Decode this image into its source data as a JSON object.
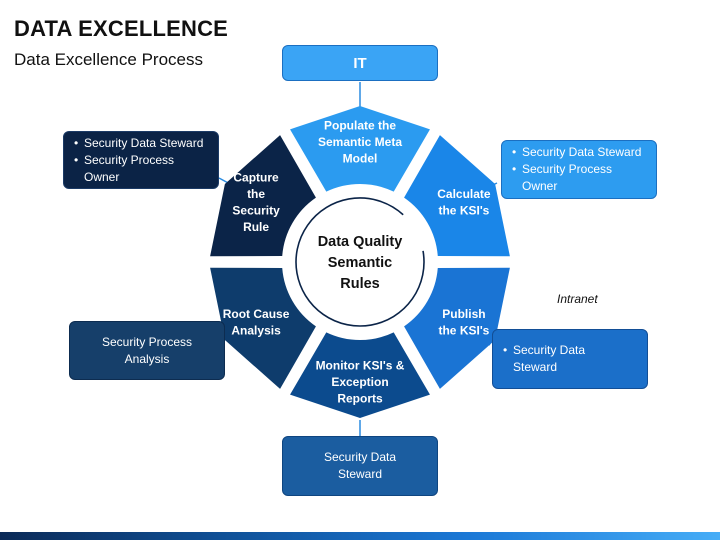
{
  "header": {
    "title": "DATA EXCELLENCE",
    "subtitle": "Data Excellence Process"
  },
  "center": {
    "lines": [
      "Data Quality",
      "Semantic",
      "Rules"
    ]
  },
  "segments": [
    {
      "lines": [
        "Populate the",
        "Semantic Meta",
        "Model"
      ],
      "color": "#2b9bf0"
    },
    {
      "lines": [
        "Calculate",
        "the KSI's"
      ],
      "color": "#1a86e8"
    },
    {
      "lines": [
        "Publish",
        "the KSI's"
      ],
      "color": "#1a74d4"
    },
    {
      "lines": [
        "Monitor KSI's &",
        "Exception",
        "Reports"
      ],
      "color": "#0c4b8e"
    },
    {
      "lines": [
        "Root Cause",
        "Analysis"
      ],
      "color": "#0e3c6c"
    },
    {
      "lines": [
        "Capture",
        "the",
        "Security",
        "Rule"
      ],
      "color": "#0b2448"
    }
  ],
  "boxes": {
    "it": {
      "label": "IT"
    },
    "top_left": {
      "items": [
        "Security Data Steward",
        "Security Process Owner"
      ]
    },
    "top_right": {
      "items": [
        "Security Data Steward",
        "Security Process Owner"
      ]
    },
    "mid_left": {
      "label": "Security Process Analysis"
    },
    "mid_right": {
      "items": [
        "Security Data Steward"
      ]
    },
    "bottom": {
      "label": "Security Data Steward"
    }
  },
  "annotation": {
    "intranet": "Intranet"
  },
  "colors": {
    "center_fill": "#ffffff",
    "ring_stroke": "#0b2448",
    "connector": "#2a8be0"
  }
}
